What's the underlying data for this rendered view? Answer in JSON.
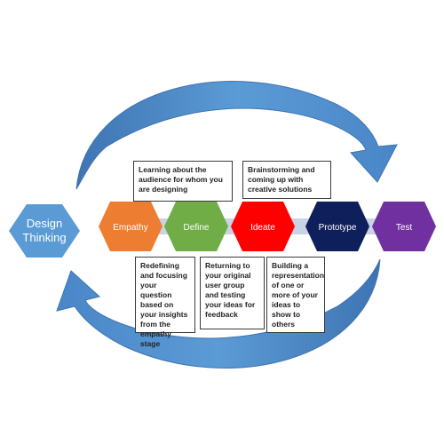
{
  "title": "Design Thinking",
  "title_color": "#5a9bd5",
  "stages": [
    {
      "label": "Empathy",
      "color": "#ed7d31"
    },
    {
      "label": "Define",
      "color": "#70ad47"
    },
    {
      "label": "Ideate",
      "color": "#ff0000"
    },
    {
      "label": "Prototype",
      "color": "#0f1f5c"
    },
    {
      "label": "Test",
      "color": "#7030a0"
    }
  ],
  "connector_color": "#c9d3e6",
  "arrow_color": "#4a86c8",
  "notes": {
    "empathy": "Learning about the audience for whom you are designing",
    "define": "Redefining and focusing your question based on your insights from the empathy stage",
    "ideate": "Returning to your original user group and testing your ideas for feedback",
    "brainstorm": "Brainstorming and coming up with creative solutions",
    "prototype": "Building a representation of one or more of your ideas to show to others"
  }
}
